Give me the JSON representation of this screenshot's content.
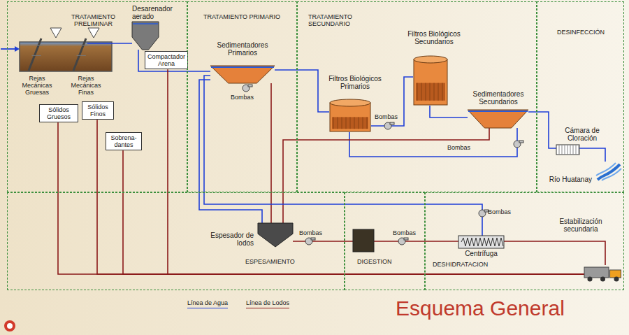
{
  "diagram": {
    "title": "Esquema General",
    "nodes": [
      {
        "text": [
          "TRATAMIENTO PRELIMINAR"
        ]
      },
      {
        "text": [
          "TRATAMIENTO PRIMARIO"
        ]
      },
      {
        "text": [
          "TRATAMIENTO SECUNDARIO"
        ]
      },
      {
        "text": [
          "DESINFECCIÓN"
        ]
      },
      {
        "text": [
          "ESPESAMIENTO"
        ]
      },
      {
        "text": [
          "DIGESTION"
        ]
      },
      {
        "text": [
          "DESHIDRATACION"
        ]
      },
      {
        "text": [
          "Rejas Mecánicas Gruesas"
        ],
        "in": 0
      },
      {
        "text": [
          "Rejas Mecánicas Finas"
        ],
        "in": 0
      },
      {
        "text": [
          "Sólidos Gruesos"
        ],
        "in": 0
      },
      {
        "text": [
          "Sólidos Finos"
        ],
        "in": 0
      },
      {
        "text": [
          "Desarenador aerado"
        ],
        "in": 0
      },
      {
        "text": [
          "Compactador Arena"
        ],
        "in": 0
      },
      {
        "text": [
          "Sobrena- dantes"
        ],
        "in": 0
      },
      {
        "text": [
          "Sedimentadores Primarios"
        ],
        "in": 1
      },
      {
        "text": [
          "Filtros Biológicos Primarios"
        ],
        "in": 2
      },
      {
        "text": [
          "Filtros Biológicos Secundarios"
        ],
        "in": 2
      },
      {
        "text": [
          "Sedimentadores Secundarios"
        ],
        "in": 2
      },
      {
        "text": [
          "Cámara de Cloración"
        ],
        "in": 3
      },
      {
        "text": [
          "Río Huatanay"
        ],
        "in": 3
      },
      {
        "text": [
          "Espesador de lodos"
        ],
        "in": 4
      },
      {
        "text": [
          "Centrífuga"
        ],
        "in": 6
      },
      {
        "text": [
          "Estabilización secundaria"
        ],
        "in": 6
      }
    ],
    "edges": [
      {
        "from": 8,
        "to": 11,
        "arrow": "none"
      },
      {
        "from": 11,
        "to": 14,
        "arrow": "none"
      },
      {
        "from": 14,
        "to": 15,
        "arrow": "none"
      },
      {
        "from": 15,
        "to": 16,
        "arrow": "none"
      },
      {
        "from": 16,
        "to": 17,
        "arrow": "none"
      },
      {
        "from": 17,
        "to": 18,
        "arrow": "none"
      },
      {
        "from": 18,
        "to": 19,
        "arrow": "none"
      },
      {
        "from": 17,
        "to": 15,
        "arrow": "none"
      },
      {
        "from": 14,
        "to": 20,
        "arrow": "none"
      },
      {
        "from": 17,
        "to": 20,
        "arrow": "none"
      },
      {
        "from": 20,
        "to": 21,
        "arrow": "none"
      },
      {
        "from": 21,
        "to": 22,
        "arrow": "none"
      },
      {
        "from": 20,
        "to": 14,
        "arrow": "none"
      },
      {
        "from": 21,
        "to": 14,
        "arrow": "none"
      },
      {
        "from": 9,
        "to": 22,
        "arrow": "none"
      },
      {
        "from": 10,
        "to": 22,
        "arrow": "none"
      },
      {
        "from": 12,
        "to": 22,
        "arrow": "none"
      },
      {
        "from": 13,
        "to": 22,
        "arrow": "none"
      }
    ],
    "labels": [
      "Bombas",
      "Bombas",
      "Bombas",
      "Bombas",
      "Bombas",
      "Bombas"
    ],
    "legend": [
      {
        "text": "Línea de Agua"
      },
      {
        "text": "Línea de Lodos"
      }
    ]
  }
}
